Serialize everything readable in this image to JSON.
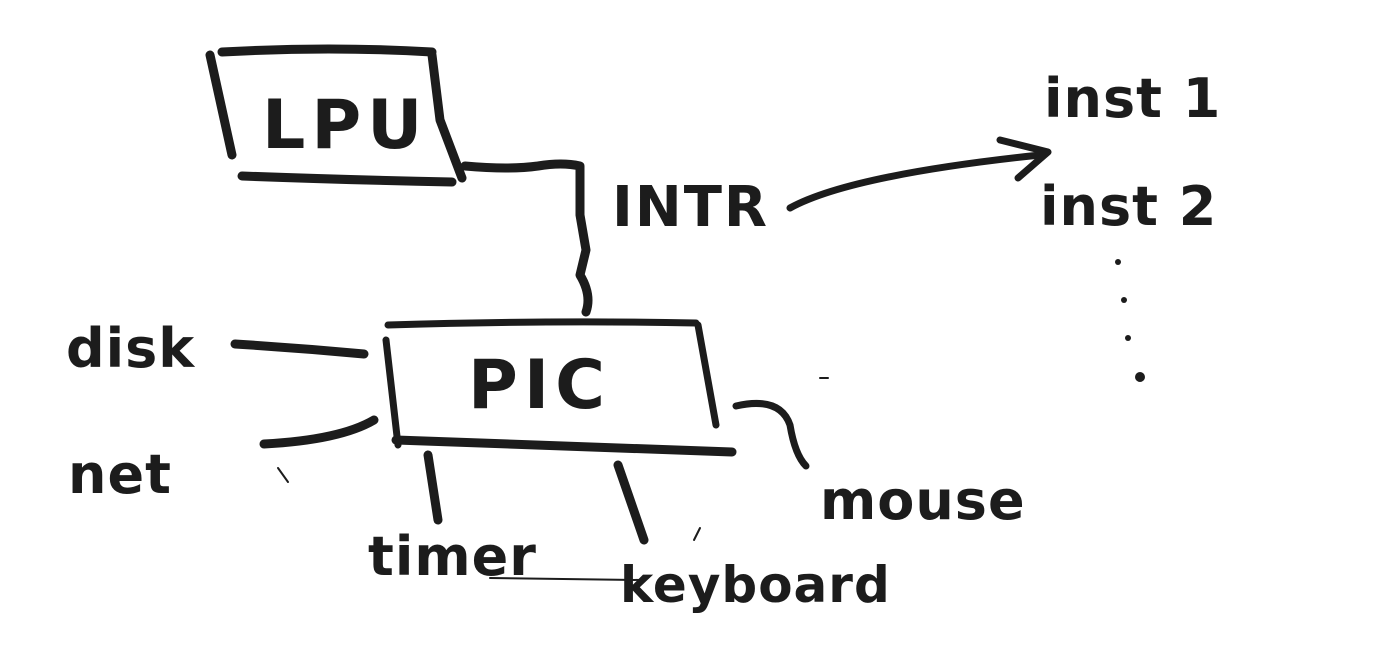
{
  "diagram": {
    "nodes": {
      "cpu": "LPU",
      "pic": "PIC"
    },
    "edge_labels": {
      "intr": "INTR"
    },
    "devices": {
      "disk": "disk",
      "net": "net",
      "timer": "timer",
      "keyboard": "keyboard",
      "mouse": "mouse"
    },
    "instructions": [
      "inst 1",
      "inst 2"
    ]
  }
}
